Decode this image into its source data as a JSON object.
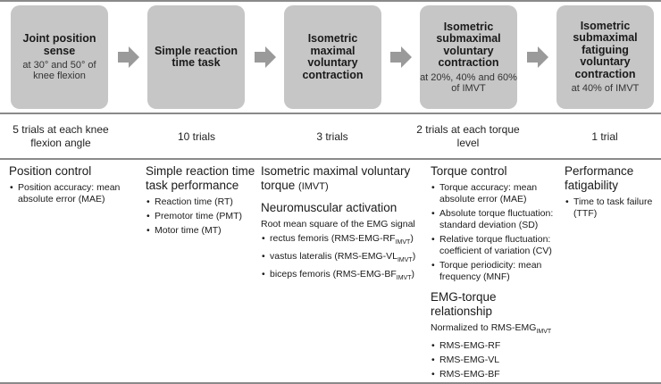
{
  "steps": [
    {
      "title": "Joint  position sense",
      "sub": "at 30° and 50° of knee flexion",
      "trials": "5 trials at each knee flexion angle"
    },
    {
      "title": "Simple reaction time task",
      "sub": "",
      "trials": "10 trials"
    },
    {
      "title": "Isometric maximal voluntary contraction",
      "sub": "",
      "trials": "3 trials"
    },
    {
      "title": "Isometric submaximal voluntary contraction",
      "sub": "at  20%, 40% and 60% of IMVT",
      "trials": "2 trials at each torque level"
    },
    {
      "title": "Isometric submaximal fatiguing voluntary contraction",
      "sub": "at 40% of IMVT",
      "trials": "1 trial"
    }
  ],
  "outcomes": {
    "c1": {
      "h": "Position control",
      "items": [
        "Position accuracy: mean absolute error (MAE)"
      ]
    },
    "c2": {
      "h": "Simple reaction time task performance",
      "items": [
        "Reaction time (RT)",
        "Premotor time (PMT)",
        "Motor time (MT)"
      ]
    },
    "c3": {
      "h": "Isometric maximal voluntary torque",
      "h_abbr": "(IMVT)",
      "h2": "Neuromuscular activation",
      "p": "Root mean square of the EMG signal",
      "items": [
        {
          "a": "rectus femoris (RMS-EMG-RF",
          "sub": "IMVT",
          "b": ")"
        },
        {
          "a": "vastus lateralis (RMS-EMG-VL",
          "sub": "IMVT",
          "b": ")"
        },
        {
          "a": "biceps femoris  (RMS-EMG-BF",
          "sub": "IMVT",
          "b": ")"
        }
      ]
    },
    "c4": {
      "h": "Torque control",
      "items": [
        "Torque accuracy: mean absolute error (MAE)",
        "Absolute torque fluctuation: standard deviation (SD)",
        "Relative torque fluctuation: coefficient of variation (CV)",
        "Torque periodicity: mean frequency (MNF)"
      ],
      "h2": "EMG-torque relationship",
      "p": "Normalized to RMS-EMG",
      "p_sub": "IMVT",
      "items2": [
        "RMS-EMG-RF",
        "RMS-EMG-VL",
        "RMS-EMG-BF"
      ]
    },
    "c5": {
      "h": "Performance fatigability",
      "items": [
        "Time to task failure (TTF)"
      ]
    }
  },
  "colors": {
    "box": "#c6c6c6",
    "arrow": "#9a9a9a",
    "rule": "#8a8a8a"
  }
}
